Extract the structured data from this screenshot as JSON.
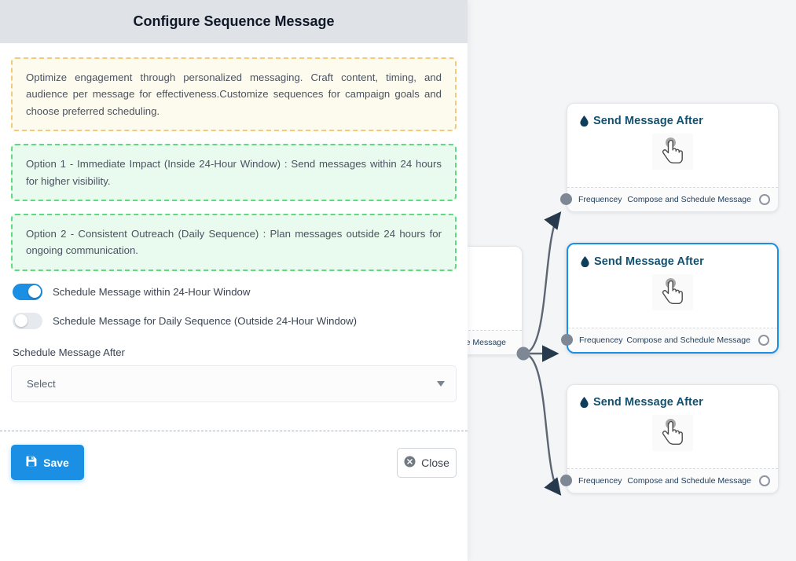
{
  "panel": {
    "title": "Configure Sequence Message",
    "callouts": [
      {
        "kind": "info",
        "text": "Optimize engagement through personalized messaging. Craft content, timing, and audience per message for effectiveness.Customize sequences for campaign goals and choose preferred scheduling."
      },
      {
        "kind": "ok",
        "text": "Option 1 - Immediate Impact (Inside 24-Hour Window) : Send messages within 24 hours for higher visibility."
      },
      {
        "kind": "ok",
        "text": "Option 2 - Consistent Outreach (Daily Sequence) : Plan messages outside 24 hours for ongoing communication."
      }
    ],
    "toggles": [
      {
        "label": "Schedule Message within 24-Hour Window",
        "state": "on"
      },
      {
        "label": "Schedule Message for Daily Sequence (Outside 24-Hour Window)",
        "state": "off"
      }
    ],
    "schedule_field": {
      "label": "Schedule Message After",
      "value": "Select",
      "caret_icon": "chevron-down-icon"
    },
    "footer": {
      "save_label": "Save",
      "save_icon": "floppy-disk-icon",
      "close_label": "Close",
      "close_icon": "circle-x-icon"
    }
  },
  "canvas": {
    "background_color": "#f4f5f7",
    "selected_node_color": "#1a8fe3",
    "edge_color": "#5c6673",
    "nodes": [
      {
        "title": "Send Message After",
        "icon": "droplet-icon",
        "body_icon": "pointing-hand-cursor-icon",
        "input_label": "Frequencey",
        "output_label": "Compose and Schedule Message",
        "selected": false
      },
      {
        "title": "Send Message After",
        "icon": "droplet-icon",
        "body_icon": "pointing-hand-cursor-icon",
        "input_label": "Frequencey",
        "output_label": "Compose and Schedule Message",
        "selected": true
      },
      {
        "title": "Send Message After",
        "icon": "droplet-icon",
        "body_icon": "pointing-hand-cursor-icon",
        "input_label": "Frequencey",
        "output_label": "Compose and Schedule Message",
        "selected": false
      }
    ],
    "hidden_node": {
      "output_label_visible_part": "ce Message"
    }
  }
}
